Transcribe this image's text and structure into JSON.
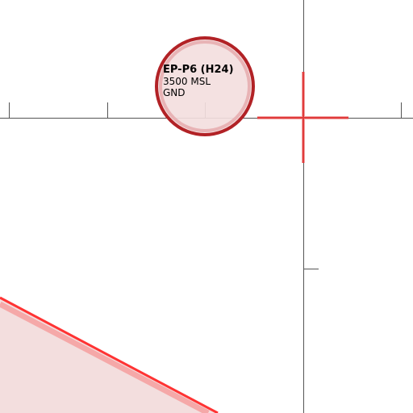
{
  "map": {
    "background_color": "#ffffff",
    "grid": {
      "color": "#555555",
      "shown": true
    },
    "restricted_area": {
      "name": "EP-P6 (H24)",
      "upper_limit": "3500 MSL",
      "lower_limit": "GND",
      "shape": "circle",
      "stroke_color": "#b22226",
      "fill_color": "#f3dede"
    },
    "boundary_area": {
      "shape": "polygon",
      "stroke_color": "#ff3333",
      "fill_color": "#f3dede"
    },
    "crosshair": {
      "color": "#e03b3b",
      "icon": "crosshair-icon"
    }
  }
}
